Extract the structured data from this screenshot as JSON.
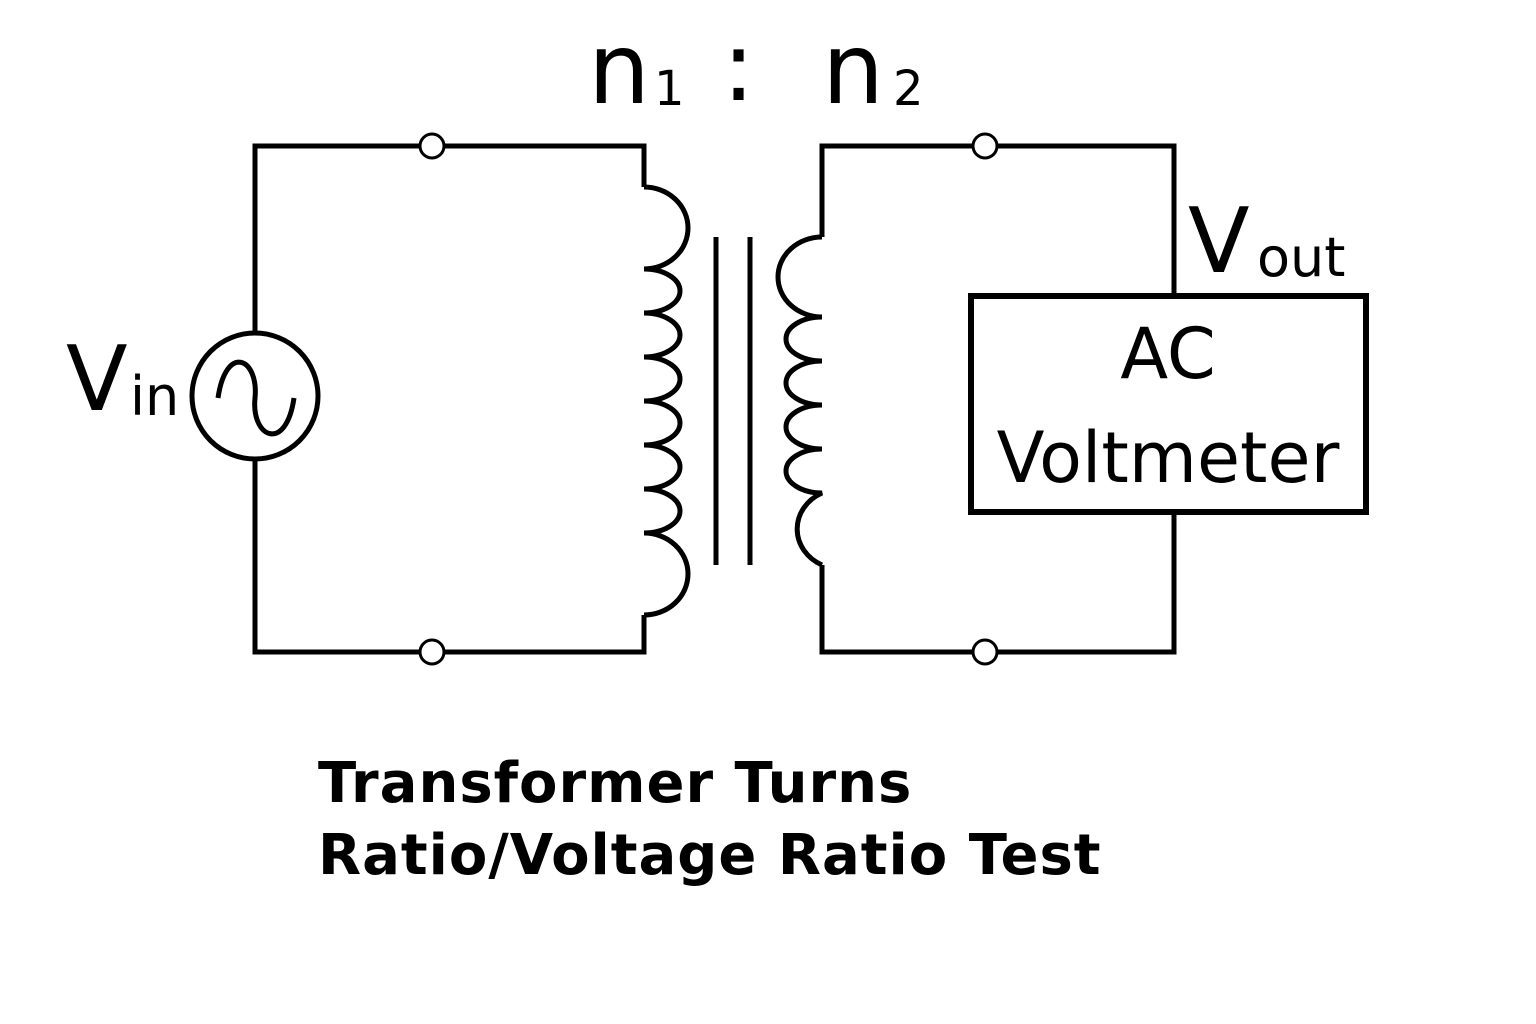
{
  "ratio": {
    "n1_base": "n",
    "n1_sub": "1",
    "separator": ":",
    "n2_base": "n",
    "n2_sub": "2"
  },
  "source": {
    "base": "V",
    "sub": "in",
    "symbol": "~"
  },
  "output": {
    "base": "V",
    "sub": "out"
  },
  "meter": {
    "line1": "AC",
    "line2": "Voltmeter"
  },
  "caption": {
    "line1": "Transformer Turns",
    "line2": "Ratio/Voltage Ratio Test"
  },
  "icons": {
    "source": "ac-source-icon",
    "primary": "primary-coil-icon",
    "secondary": "secondary-coil-icon",
    "core": "iron-core-icon",
    "terminal": "terminal-icon"
  },
  "colors": {
    "stroke": "#000000",
    "background": "#ffffff"
  }
}
